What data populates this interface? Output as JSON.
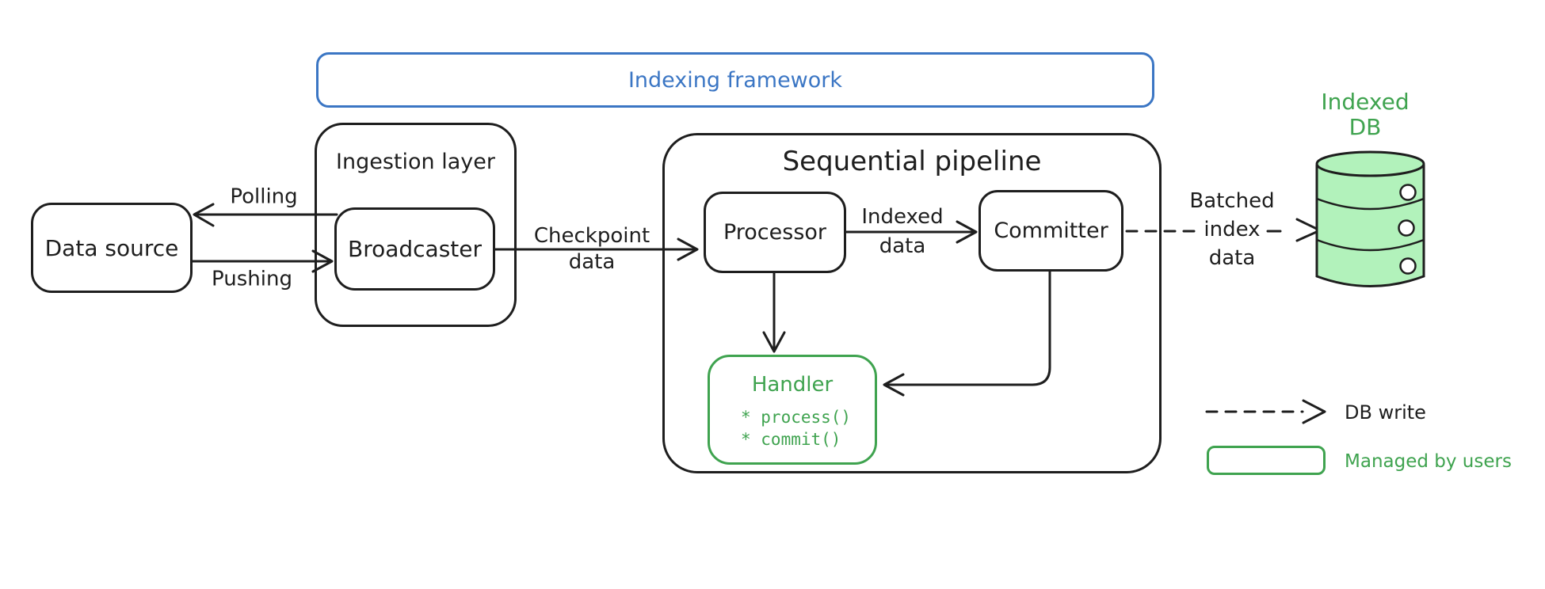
{
  "diagram": {
    "framework": {
      "label": "Indexing framework"
    },
    "nodes": {
      "data_source": {
        "label": "Data source"
      },
      "ingestion_layer": {
        "label": "Ingestion layer"
      },
      "broadcaster": {
        "label": "Broadcaster"
      },
      "sequential_pipeline": {
        "label": "Sequential pipeline"
      },
      "processor": {
        "label": "Processor"
      },
      "committer": {
        "label": "Committer"
      },
      "handler": {
        "label": "Handler",
        "methods": [
          "* process()",
          "* commit()"
        ]
      },
      "indexed_db": {
        "label_line1": "Indexed",
        "label_line2": "DB"
      }
    },
    "edges": {
      "polling": {
        "label": "Polling"
      },
      "pushing": {
        "label": "Pushing"
      },
      "checkpoint_data": {
        "line1": "Checkpoint",
        "line2": "data"
      },
      "indexed_data": {
        "line1": "Indexed",
        "line2": "data"
      },
      "batched_index_data": {
        "line1": "Batched",
        "line2": "index",
        "line3": "data"
      }
    },
    "legend": {
      "db_write": {
        "label": "DB write"
      },
      "managed_by_users": {
        "label": "Managed by users"
      }
    },
    "colors": {
      "stroke": "#1e1e1e",
      "blue": "#3b76c4",
      "green": "#3fa34f",
      "db_fill": "#b2f2bb",
      "background": "#ffffff"
    }
  }
}
